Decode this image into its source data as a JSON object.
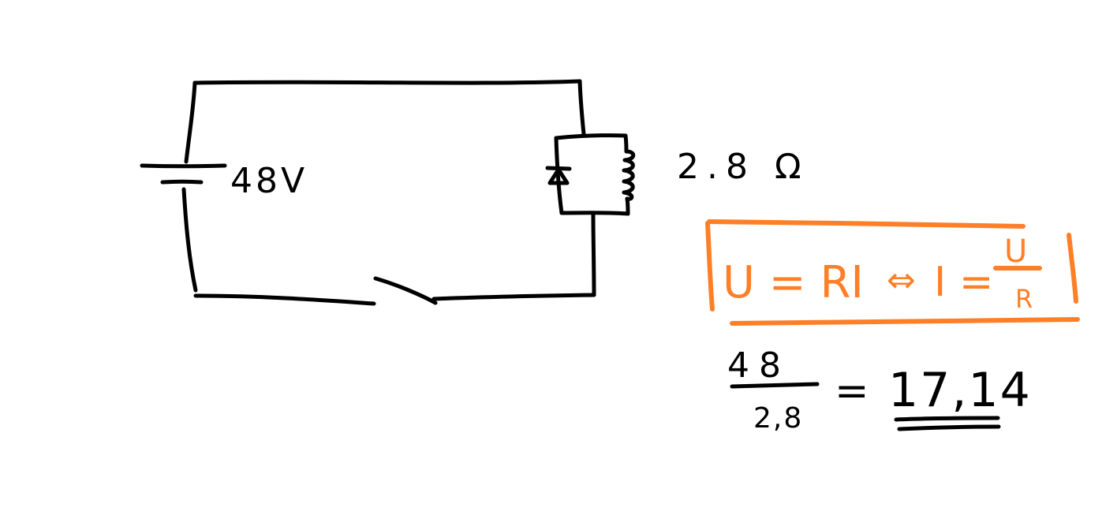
{
  "battery": {
    "label": "48V"
  },
  "resistance": {
    "label": "2.8 Ω"
  },
  "formula": {
    "lhs": "U = RI",
    "equiv": "⇔",
    "rhs_prefix": "I =",
    "numerator": "U",
    "denominator": "R"
  },
  "calculation": {
    "numerator": "48",
    "denominator": "2,8",
    "equals": "=",
    "result": "17,14"
  },
  "colors": {
    "ink": "#000000",
    "highlight": "#ff7f27",
    "background": "#ffffff"
  }
}
